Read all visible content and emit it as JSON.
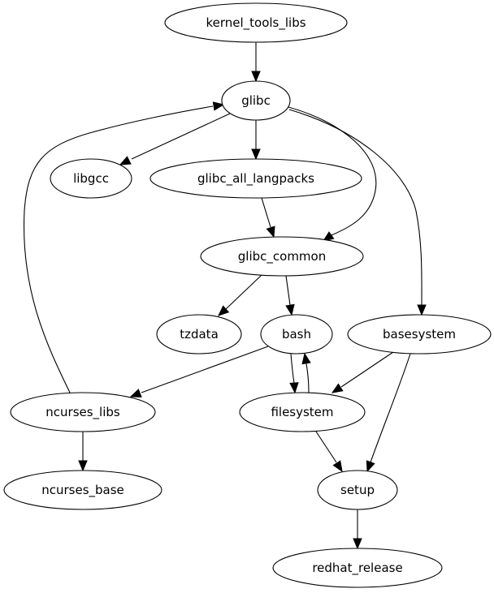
{
  "diagram": {
    "type": "directed-graph",
    "nodes": [
      {
        "id": "kernel_tools_libs",
        "label": "kernel_tools_libs"
      },
      {
        "id": "glibc",
        "label": "glibc"
      },
      {
        "id": "libgcc",
        "label": "libgcc"
      },
      {
        "id": "glibc_all_langpacks",
        "label": "glibc_all_langpacks"
      },
      {
        "id": "glibc_common",
        "label": "glibc_common"
      },
      {
        "id": "tzdata",
        "label": "tzdata"
      },
      {
        "id": "bash",
        "label": "bash"
      },
      {
        "id": "basesystem",
        "label": "basesystem"
      },
      {
        "id": "ncurses_libs",
        "label": "ncurses_libs"
      },
      {
        "id": "filesystem",
        "label": "filesystem"
      },
      {
        "id": "ncurses_base",
        "label": "ncurses_base"
      },
      {
        "id": "setup",
        "label": "setup"
      },
      {
        "id": "redhat_release",
        "label": "redhat_release"
      }
    ],
    "edges": [
      {
        "from": "kernel_tools_libs",
        "to": "glibc"
      },
      {
        "from": "glibc",
        "to": "libgcc"
      },
      {
        "from": "glibc",
        "to": "glibc_all_langpacks"
      },
      {
        "from": "glibc",
        "to": "glibc_common"
      },
      {
        "from": "glibc",
        "to": "basesystem"
      },
      {
        "from": "glibc_all_langpacks",
        "to": "glibc_common"
      },
      {
        "from": "glibc_common",
        "to": "tzdata"
      },
      {
        "from": "glibc_common",
        "to": "bash"
      },
      {
        "from": "bash",
        "to": "ncurses_libs"
      },
      {
        "from": "bash",
        "to": "filesystem"
      },
      {
        "from": "filesystem",
        "to": "bash"
      },
      {
        "from": "basesystem",
        "to": "filesystem"
      },
      {
        "from": "basesystem",
        "to": "setup"
      },
      {
        "from": "ncurses_libs",
        "to": "glibc"
      },
      {
        "from": "ncurses_libs",
        "to": "ncurses_base"
      },
      {
        "from": "filesystem",
        "to": "setup"
      },
      {
        "from": "setup",
        "to": "redhat_release"
      }
    ]
  }
}
